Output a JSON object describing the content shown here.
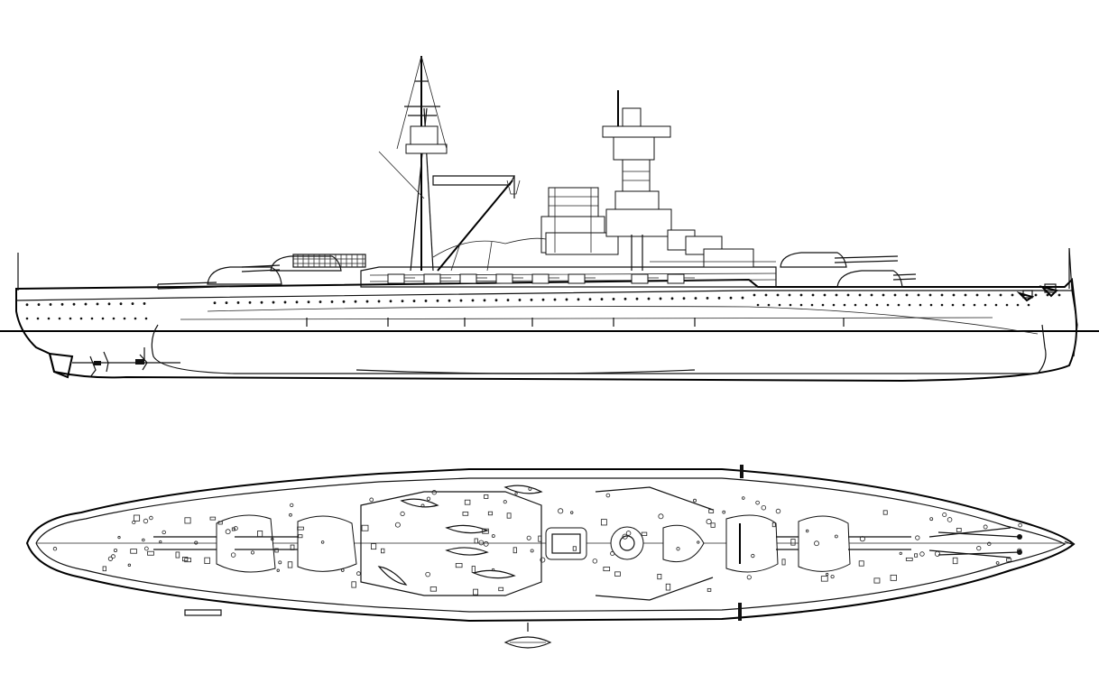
{
  "drawing": {
    "subject": "battleship-line-drawing",
    "views": [
      "side-profile",
      "plan-view"
    ],
    "ink_color": "#111111",
    "paper_color": "#ffffff"
  }
}
